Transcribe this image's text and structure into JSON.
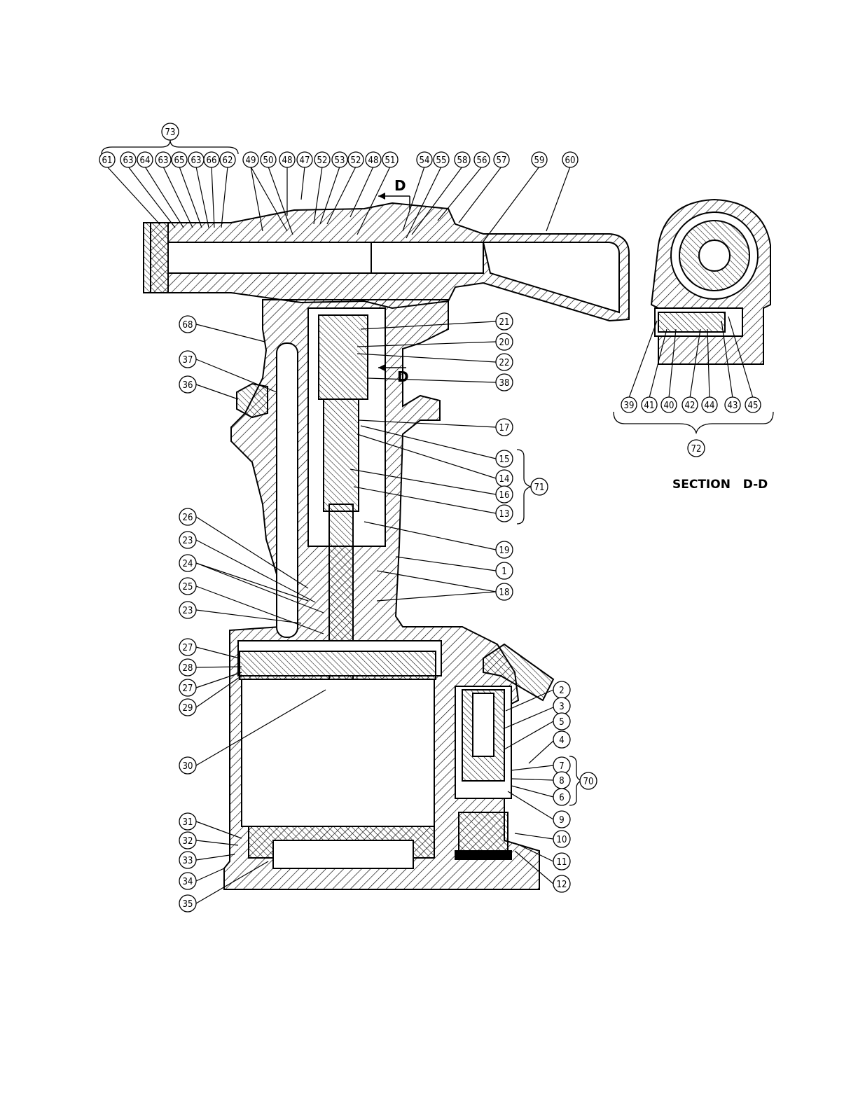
{
  "section_title": "SECTION   D-D",
  "section_markers": [
    "D",
    "D"
  ],
  "callouts": [
    "73",
    "61",
    "63",
    "64",
    "63",
    "65",
    "63",
    "66",
    "62",
    "49",
    "50",
    "48",
    "47",
    "52",
    "53",
    "52",
    "48",
    "51",
    "54",
    "55",
    "58",
    "56",
    "57",
    "59",
    "60",
    "21",
    "20",
    "22",
    "38",
    "68",
    "37",
    "36",
    "17",
    "15",
    "14",
    "16",
    "13",
    "71",
    "19",
    "1",
    "18",
    "26",
    "23",
    "24",
    "25",
    "23",
    "27",
    "28",
    "27",
    "29",
    "30",
    "2",
    "3",
    "5",
    "4",
    "7",
    "8",
    "6",
    "70",
    "9",
    "10",
    "11",
    "12",
    "31",
    "32",
    "33",
    "34",
    "35",
    "39",
    "41",
    "40",
    "42",
    "44",
    "43",
    "45",
    "72"
  ]
}
